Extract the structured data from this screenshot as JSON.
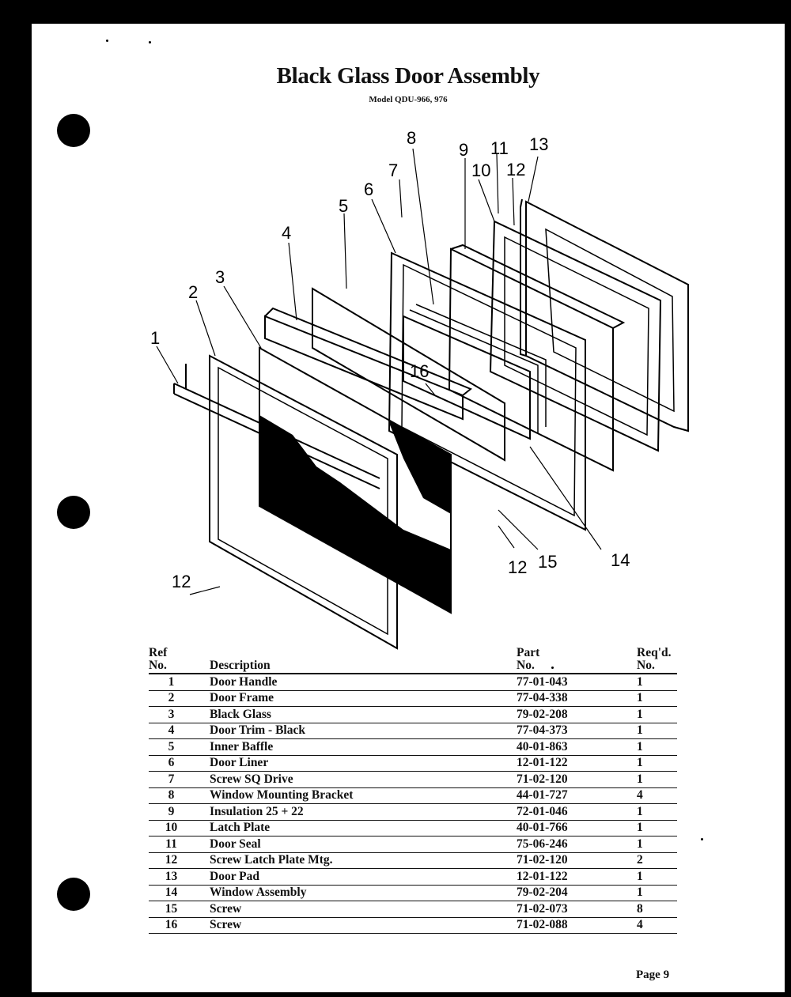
{
  "title": "Black Glass Door Assembly",
  "subtitle": "Model QDU-966, 976",
  "callouts": [
    "1",
    "2",
    "3",
    "4",
    "5",
    "6",
    "7",
    "8",
    "9",
    "10",
    "11",
    "12",
    "13",
    "14",
    "15",
    "16",
    "12",
    "12"
  ],
  "table": {
    "headers": {
      "ref": [
        "Ref",
        "No."
      ],
      "desc": "Description",
      "part": [
        "Part",
        "No."
      ],
      "req": [
        "Req'd.",
        "No."
      ]
    },
    "rows": [
      {
        "ref": "1",
        "desc": "Door Handle",
        "part": "77-01-043",
        "req": "1"
      },
      {
        "ref": "2",
        "desc": "Door Frame",
        "part": "77-04-338",
        "req": "1"
      },
      {
        "ref": "3",
        "desc": "Black Glass",
        "part": "79-02-208",
        "req": "1"
      },
      {
        "ref": "4",
        "desc": "Door Trim - Black",
        "part": "77-04-373",
        "req": "1"
      },
      {
        "ref": "5",
        "desc": "Inner Baffle",
        "part": "40-01-863",
        "req": "1"
      },
      {
        "ref": "6",
        "desc": "Door Liner",
        "part": "12-01-122",
        "req": "1"
      },
      {
        "ref": "7",
        "desc": "Screw SQ Drive",
        "part": "71-02-120",
        "req": "1"
      },
      {
        "ref": "8",
        "desc": "Window Mounting Bracket",
        "part": "44-01-727",
        "req": "4"
      },
      {
        "ref": "9",
        "desc": "Insulation 25 + 22",
        "part": "72-01-046",
        "req": "1"
      },
      {
        "ref": "10",
        "desc": "Latch Plate",
        "part": "40-01-766",
        "req": "1"
      },
      {
        "ref": "11",
        "desc": "Door Seal",
        "part": "75-06-246",
        "req": "1"
      },
      {
        "ref": "12",
        "desc": "Screw Latch Plate Mtg.",
        "part": "71-02-120",
        "req": "2"
      },
      {
        "ref": "13",
        "desc": "Door Pad",
        "part": "12-01-122",
        "req": "1"
      },
      {
        "ref": "14",
        "desc": "Window Assembly",
        "part": "79-02-204",
        "req": "1"
      },
      {
        "ref": "15",
        "desc": "Screw",
        "part": "71-02-073",
        "req": "8"
      },
      {
        "ref": "16",
        "desc": "Screw",
        "part": "71-02-088",
        "req": "4"
      }
    ]
  },
  "page_label": "Page 9"
}
